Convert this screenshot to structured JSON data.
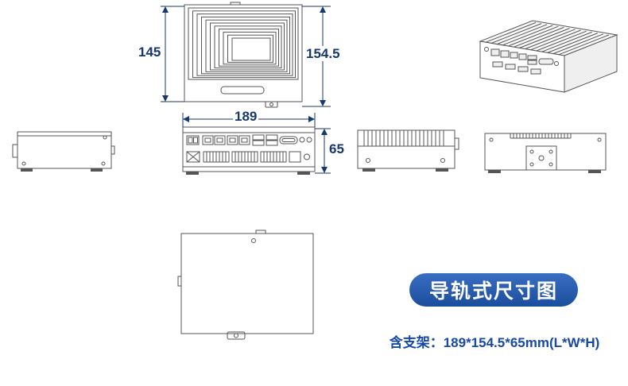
{
  "dimensions": {
    "top_view_height_left": "145",
    "top_view_height_right": "154.5",
    "front_view_width": "189",
    "front_view_height": "65"
  },
  "badge": {
    "label": "导轨式尺寸图"
  },
  "caption": {
    "text": "含支架：189*154.5*65mm(L*W*H)"
  },
  "colors": {
    "dimension_text": "#17376f",
    "badge_background_top": "#3a6ec2",
    "badge_background_bottom": "#1b4d9d",
    "badge_text": "#ffffff",
    "caption_text": "#1749a8",
    "drawing_line": "#555555",
    "page_background": "#ffffff"
  }
}
